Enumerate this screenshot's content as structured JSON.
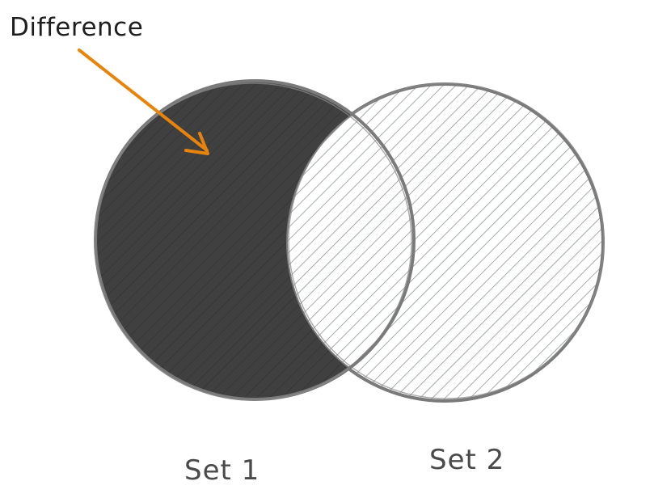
{
  "diagram": {
    "annotation": "Difference",
    "sets": [
      {
        "label": "Set 1"
      },
      {
        "label": "Set 2"
      }
    ],
    "colors": {
      "difference_fill": "#404040",
      "outline": "#7a7a7a",
      "hatch": "#8e969c",
      "arrow": "#e8840c",
      "text": "#1e1e1e",
      "set_label": "#4a4a4a"
    }
  }
}
